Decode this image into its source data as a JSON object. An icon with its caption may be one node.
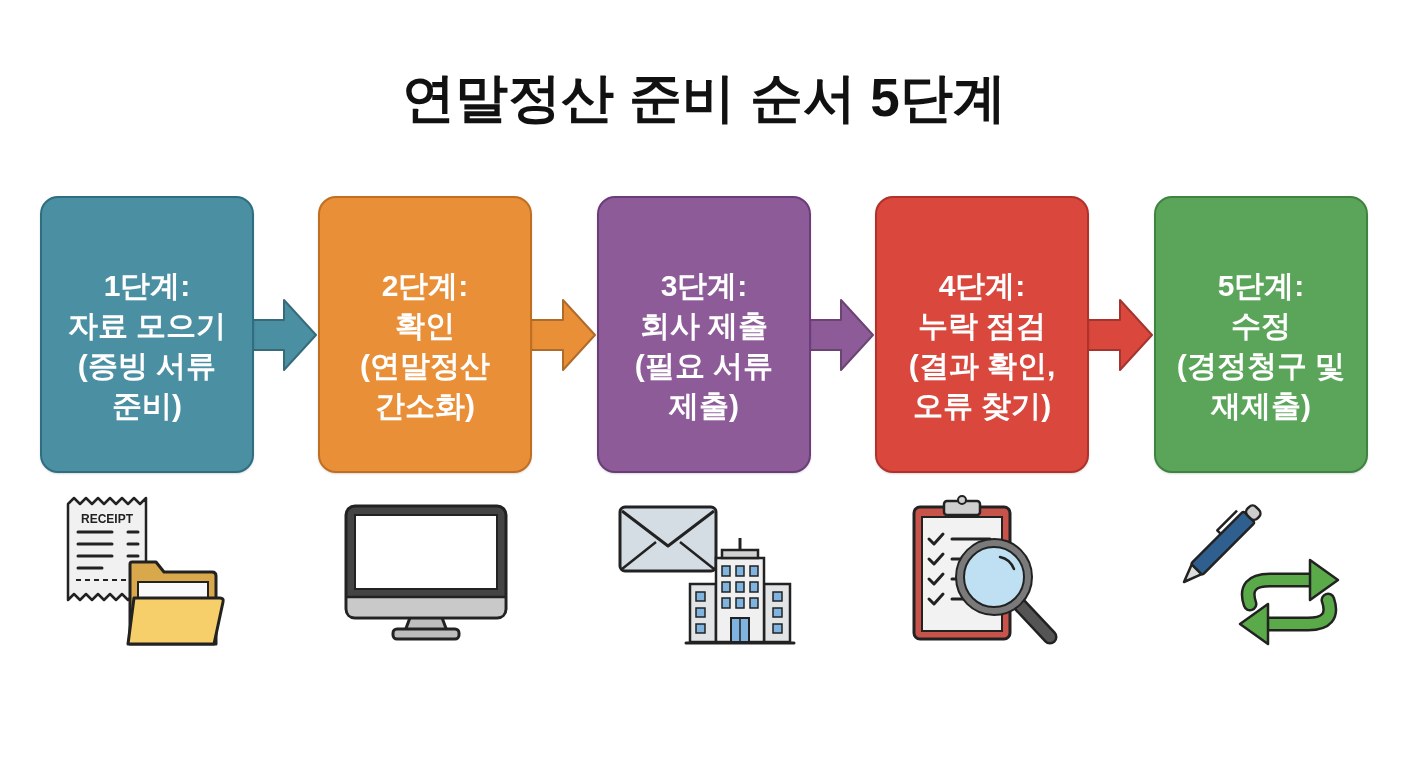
{
  "diagram": {
    "title": "연말정산 준비 순서 5단계",
    "nodes": [
      {
        "text": [
          "1단계:",
          "자료 모으기",
          "(증빙 서류 준비)"
        ]
      },
      {
        "text": [
          "2단계:",
          "확인",
          "(연말정산 간소화)"
        ]
      },
      {
        "text": [
          "3단계:",
          "회사 제출",
          "(필요 서류 제출)"
        ]
      },
      {
        "text": [
          "4단계:",
          "누락 점검",
          "(결과 확인, 오류 찾기)"
        ]
      },
      {
        "text": [
          "5단계:",
          "수정",
          "(경정청구 및 재제출)"
        ]
      }
    ],
    "edges": [
      {
        "from": 0,
        "to": 1,
        "arrow": "to",
        "style": "thick",
        "color": "#4b8fa3"
      },
      {
        "from": 1,
        "to": 2,
        "arrow": "to",
        "style": "thick",
        "color": "#e98f38"
      },
      {
        "from": 2,
        "to": 3,
        "arrow": "to",
        "style": "thick",
        "color": "#8e5b99"
      },
      {
        "from": 3,
        "to": 4,
        "arrow": "to",
        "style": "thick",
        "color": "#d9473d"
      }
    ],
    "labels": [
      "RECEIPT"
    ]
  }
}
